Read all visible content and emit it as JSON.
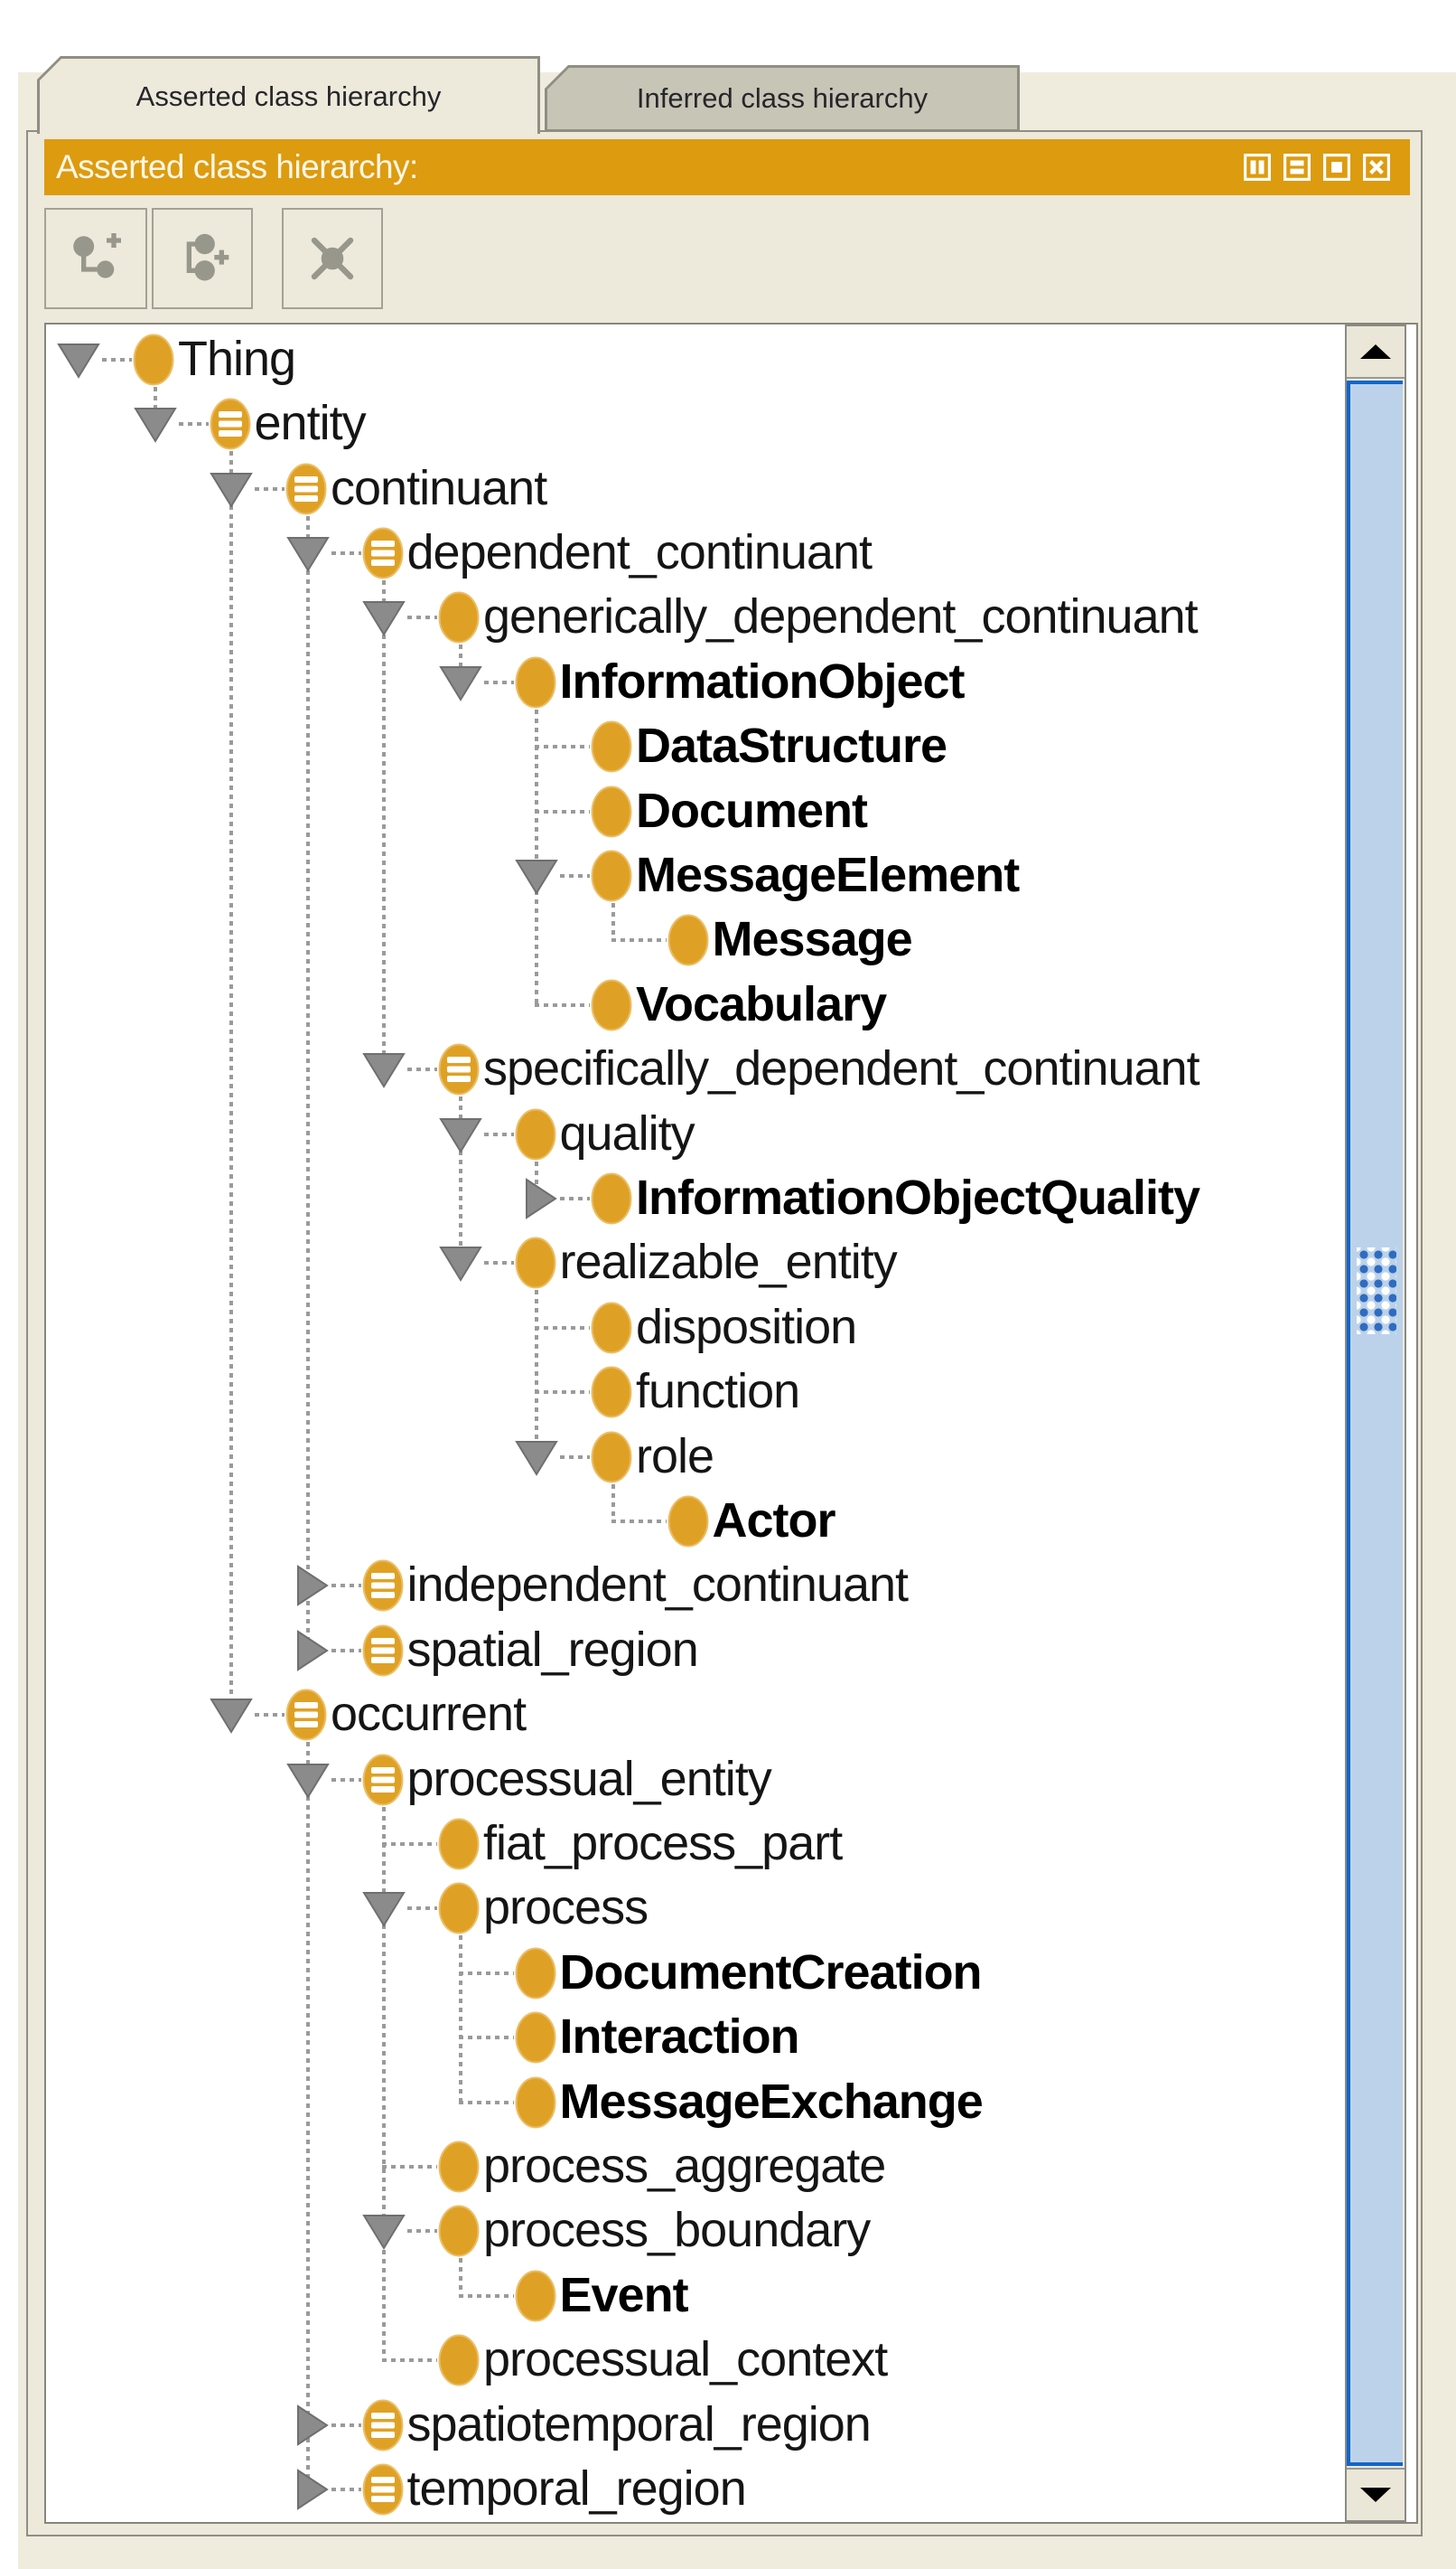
{
  "tabs": [
    {
      "label": "Asserted class hierarchy",
      "active": true
    },
    {
      "label": "Inferred class hierarchy",
      "active": false
    }
  ],
  "header": {
    "title": "Asserted class hierarchy:",
    "window_icons": [
      "split-vertically-icon",
      "split-horizontally-icon",
      "float-window-icon",
      "close-window-icon"
    ]
  },
  "toolbar": {
    "buttons": [
      {
        "icon": "add-subclass-icon"
      },
      {
        "icon": "add-sibling-class-icon"
      },
      {
        "icon": "delete-class-icon"
      }
    ]
  },
  "tree": {
    "rows": [
      {
        "label": "Thing",
        "level": 0,
        "state": "expanded",
        "icon": "plain",
        "bold": false
      },
      {
        "label": "entity",
        "level": 1,
        "state": "expanded",
        "icon": "lined",
        "bold": false
      },
      {
        "label": "continuant",
        "level": 2,
        "state": "expanded",
        "icon": "lined",
        "bold": false
      },
      {
        "label": "dependent_continuant",
        "level": 3,
        "state": "expanded",
        "icon": "lined",
        "bold": false
      },
      {
        "label": "generically_dependent_continuant",
        "level": 4,
        "state": "expanded",
        "icon": "plain",
        "bold": false
      },
      {
        "label": "InformationObject",
        "level": 5,
        "state": "expanded",
        "icon": "plain",
        "bold": true
      },
      {
        "label": "DataStructure",
        "level": 6,
        "state": "leaf",
        "icon": "plain",
        "bold": true
      },
      {
        "label": "Document",
        "level": 6,
        "state": "leaf",
        "icon": "plain",
        "bold": true
      },
      {
        "label": "MessageElement",
        "level": 6,
        "state": "expanded",
        "icon": "plain",
        "bold": true
      },
      {
        "label": "Message",
        "level": 7,
        "state": "leaf",
        "icon": "plain",
        "bold": true
      },
      {
        "label": "Vocabulary",
        "level": 6,
        "state": "leaf",
        "icon": "plain",
        "bold": true
      },
      {
        "label": "specifically_dependent_continuant",
        "level": 4,
        "state": "expanded",
        "icon": "lined",
        "bold": false
      },
      {
        "label": "quality",
        "level": 5,
        "state": "expanded",
        "icon": "plain",
        "bold": false
      },
      {
        "label": "InformationObjectQuality",
        "level": 6,
        "state": "collapsed",
        "icon": "plain",
        "bold": true
      },
      {
        "label": "realizable_entity",
        "level": 5,
        "state": "expanded",
        "icon": "plain",
        "bold": false
      },
      {
        "label": "disposition",
        "level": 6,
        "state": "leaf",
        "icon": "plain",
        "bold": false
      },
      {
        "label": "function",
        "level": 6,
        "state": "leaf",
        "icon": "plain",
        "bold": false
      },
      {
        "label": "role",
        "level": 6,
        "state": "expanded",
        "icon": "plain",
        "bold": false
      },
      {
        "label": "Actor",
        "level": 7,
        "state": "leaf",
        "icon": "plain",
        "bold": true
      },
      {
        "label": "independent_continuant",
        "level": 3,
        "state": "collapsed",
        "icon": "lined",
        "bold": false
      },
      {
        "label": "spatial_region",
        "level": 3,
        "state": "collapsed",
        "icon": "lined",
        "bold": false
      },
      {
        "label": "occurrent",
        "level": 2,
        "state": "expanded",
        "icon": "lined",
        "bold": false
      },
      {
        "label": "processual_entity",
        "level": 3,
        "state": "expanded",
        "icon": "lined",
        "bold": false
      },
      {
        "label": "fiat_process_part",
        "level": 4,
        "state": "leaf",
        "icon": "plain",
        "bold": false
      },
      {
        "label": "process",
        "level": 4,
        "state": "expanded",
        "icon": "plain",
        "bold": false
      },
      {
        "label": "DocumentCreation",
        "level": 5,
        "state": "leaf",
        "icon": "plain",
        "bold": true
      },
      {
        "label": "Interaction",
        "level": 5,
        "state": "leaf",
        "icon": "plain",
        "bold": true
      },
      {
        "label": "MessageExchange",
        "level": 5,
        "state": "leaf",
        "icon": "plain",
        "bold": true
      },
      {
        "label": "process_aggregate",
        "level": 4,
        "state": "leaf",
        "icon": "plain",
        "bold": false
      },
      {
        "label": "process_boundary",
        "level": 4,
        "state": "expanded",
        "icon": "plain",
        "bold": false
      },
      {
        "label": "Event",
        "level": 5,
        "state": "leaf",
        "icon": "plain",
        "bold": true
      },
      {
        "label": "processual_context",
        "level": 4,
        "state": "leaf",
        "icon": "plain",
        "bold": false
      },
      {
        "label": "spatiotemporal_region",
        "level": 3,
        "state": "collapsed",
        "icon": "lined",
        "bold": false
      },
      {
        "label": "temporal_region",
        "level": 3,
        "state": "collapsed",
        "icon": "lined",
        "bold": false
      }
    ]
  },
  "scrollbar": {
    "orientation": "vertical",
    "thumb_fills_track": true
  },
  "colors": {
    "header_bg": "#DD9B10",
    "header_text": "#FCF7E7",
    "panel_bg": "#EDE9DB",
    "inactive_tab_bg": "#C6C5B6",
    "class_icon_fill": "#DFA125",
    "connector_gray": "#9A9A9A",
    "scroll_thumb_bg": "#BCD2EA",
    "scroll_thumb_border": "#1166C9"
  }
}
